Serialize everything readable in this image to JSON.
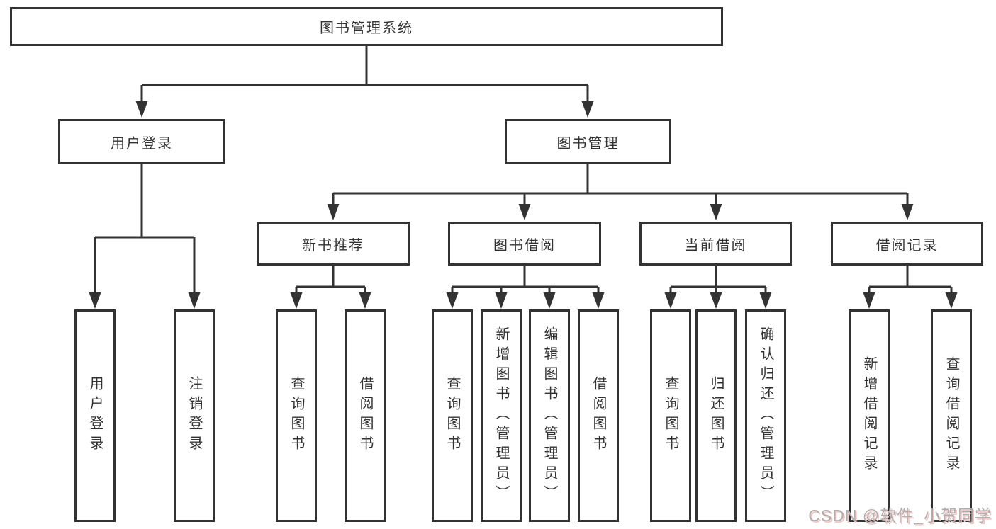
{
  "diagram_type": "hierarchy-tree",
  "tree": {
    "label": "图书管理系统",
    "children": [
      {
        "label": "用户登录",
        "children": [
          {
            "label": "用户登录"
          },
          {
            "label": "注销登录"
          }
        ]
      },
      {
        "label": "图书管理",
        "children": [
          {
            "label": "新书推荐",
            "children": [
              {
                "label": "查询图书"
              },
              {
                "label": "借阅图书"
              }
            ]
          },
          {
            "label": "图书借阅",
            "children": [
              {
                "label": "查询图书"
              },
              {
                "label": "新增图书（管理员）"
              },
              {
                "label": "编辑图书（管理员）"
              },
              {
                "label": "借阅图书"
              }
            ]
          },
          {
            "label": "当前借阅",
            "children": [
              {
                "label": "查询图书"
              },
              {
                "label": "归还图书"
              },
              {
                "label": "确认归还（管理员）"
              }
            ]
          },
          {
            "label": "借阅记录",
            "children": [
              {
                "label": "新增借阅记录"
              },
              {
                "label": "查询借阅记录"
              }
            ]
          }
        ]
      }
    ]
  },
  "watermark": {
    "text": "CSDN @软件_小贺同学"
  },
  "colors": {
    "line": "#333333",
    "box_border": "#333333",
    "text": "#333333",
    "background": "#ffffff",
    "watermark_gray": "#aeaeae",
    "watermark_shadow_pink": "#f2c4c4"
  }
}
